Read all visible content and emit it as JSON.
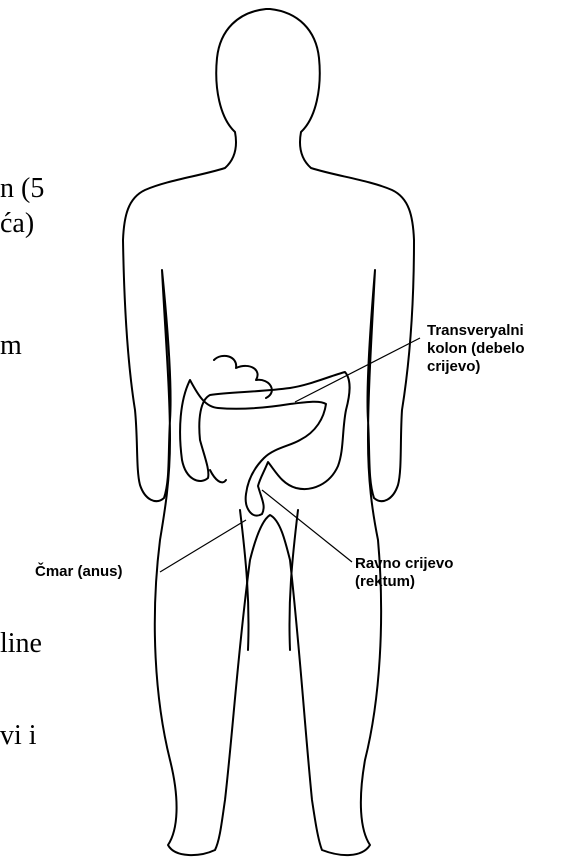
{
  "background_text": [
    "n (5",
    "ća)",
    "m",
    "line",
    "vi i"
  ],
  "labels": {
    "transverse_colon": [
      "Transveryalni",
      "kolon (debelo",
      "crijevo)"
    ],
    "anus": "Čmar (anus)",
    "rectum": [
      "Ravno crijevo",
      "(rektum)"
    ]
  },
  "colors": {
    "line": "#000000",
    "background": "#ffffff"
  }
}
